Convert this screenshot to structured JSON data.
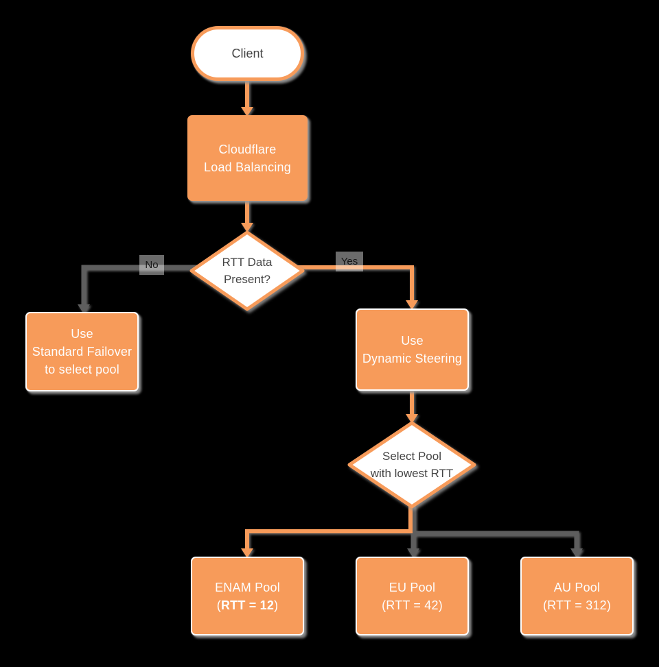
{
  "diagram": {
    "title": "Cloudflare Load Balancing flowchart",
    "colors": {
      "node_orange": "#F79B5A",
      "gray_connector": "#5E5E5E",
      "node_text_white": "#FDFDFD",
      "decision_text_dark": "#454545",
      "shadow_gray": "#969696"
    },
    "nodes": {
      "client": {
        "label": "Client"
      },
      "cloudflare_lb": {
        "lines": [
          "Cloudflare",
          "Load Balancing"
        ]
      },
      "rtt_present": {
        "lines": [
          "RTT Data",
          "Present?"
        ]
      },
      "standard_failover": {
        "lines": [
          "Use",
          "Standard Failover",
          "to select pool"
        ]
      },
      "dynamic_steering": {
        "lines": [
          "Use",
          "Dynamic Steering"
        ]
      },
      "select_pool": {
        "lines": [
          "Select Pool",
          "with lowest RTT"
        ]
      },
      "enam_pool": {
        "line1": "ENAM Pool",
        "rtt_open": "(",
        "rtt_bold": "RTT = 12",
        "rtt_close": ")"
      },
      "eu_pool": {
        "lines": [
          "EU Pool",
          "(RTT = 42)"
        ]
      },
      "au_pool": {
        "lines": [
          "AU Pool",
          "(RTT = 312)"
        ]
      }
    },
    "edge_labels": {
      "no": "No",
      "yes": "Yes"
    }
  }
}
